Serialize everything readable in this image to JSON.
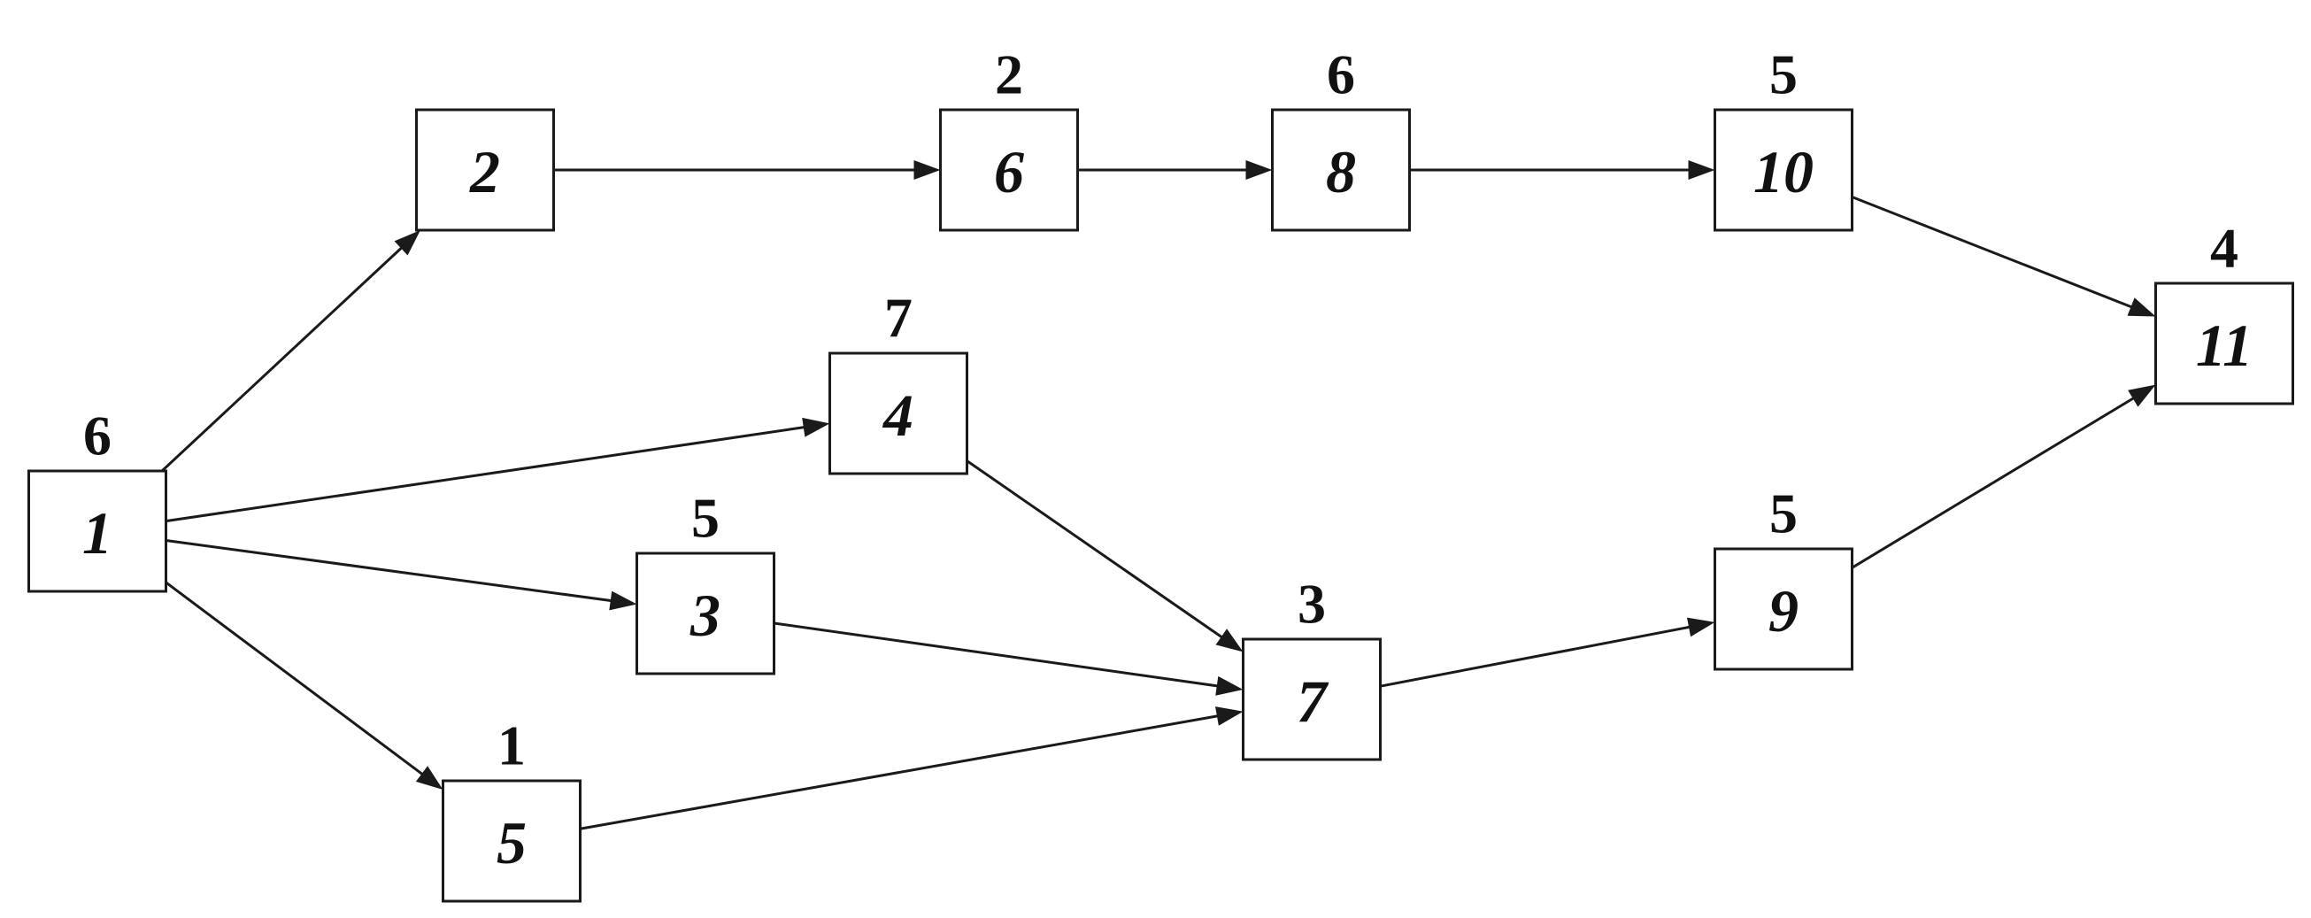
{
  "diagram": {
    "nodes": [
      {
        "id": "1",
        "weight": "6"
      },
      {
        "id": "2",
        "weight": ""
      },
      {
        "id": "3",
        "weight": "5"
      },
      {
        "id": "4",
        "weight": "7"
      },
      {
        "id": "5",
        "weight": "1"
      },
      {
        "id": "6",
        "weight": "2"
      },
      {
        "id": "7",
        "weight": "3"
      },
      {
        "id": "8",
        "weight": "6"
      },
      {
        "id": "9",
        "weight": "5"
      },
      {
        "id": "10",
        "weight": "5"
      },
      {
        "id": "11",
        "weight": "4"
      }
    ],
    "edges": [
      {
        "from": "1",
        "to": "2"
      },
      {
        "from": "1",
        "to": "4"
      },
      {
        "from": "1",
        "to": "3"
      },
      {
        "from": "1",
        "to": "5"
      },
      {
        "from": "2",
        "to": "6"
      },
      {
        "from": "6",
        "to": "8"
      },
      {
        "from": "8",
        "to": "10"
      },
      {
        "from": "10",
        "to": "11"
      },
      {
        "from": "4",
        "to": "7"
      },
      {
        "from": "3",
        "to": "7"
      },
      {
        "from": "5",
        "to": "7"
      },
      {
        "from": "7",
        "to": "9"
      },
      {
        "from": "9",
        "to": "11"
      }
    ]
  }
}
